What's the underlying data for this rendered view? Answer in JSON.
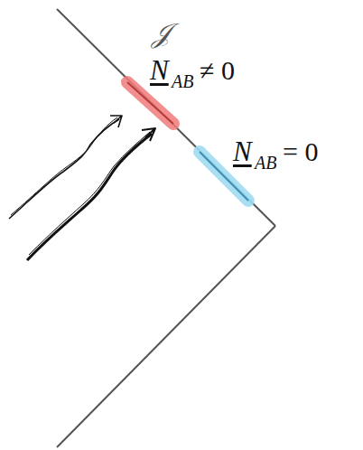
{
  "diagram": {
    "labels": [
      "𝒥",
      "N",
      "AB",
      "≠ 0",
      "N",
      "AB",
      "= 0"
    ]
  }
}
